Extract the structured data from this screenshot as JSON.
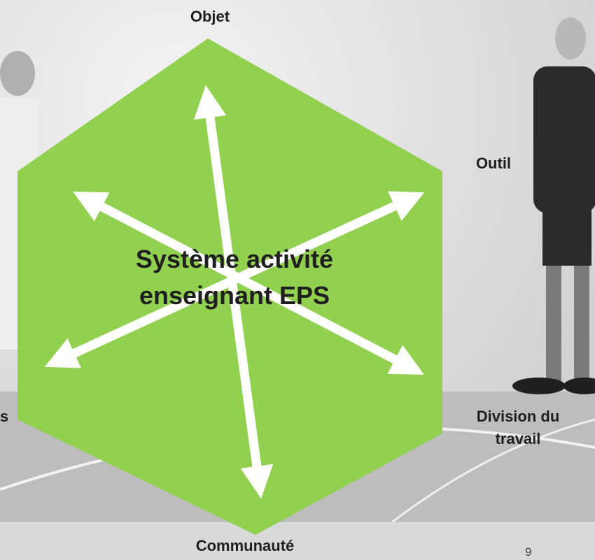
{
  "diagram": {
    "center_label_line1": "Système activité",
    "center_label_line2": "enseignant EPS",
    "labels": {
      "top": "Objet",
      "upper_right": "Outil",
      "lower_right_line1": "Division du",
      "lower_right_line2": "travail",
      "bottom": "Communauté",
      "lower_left_partial": "s"
    }
  },
  "colors": {
    "hexagon_fill": "#92d050",
    "arrow_color": "#ffffff",
    "footer_bg": "#d9d9d9"
  },
  "footer": {
    "page_number": "9"
  }
}
